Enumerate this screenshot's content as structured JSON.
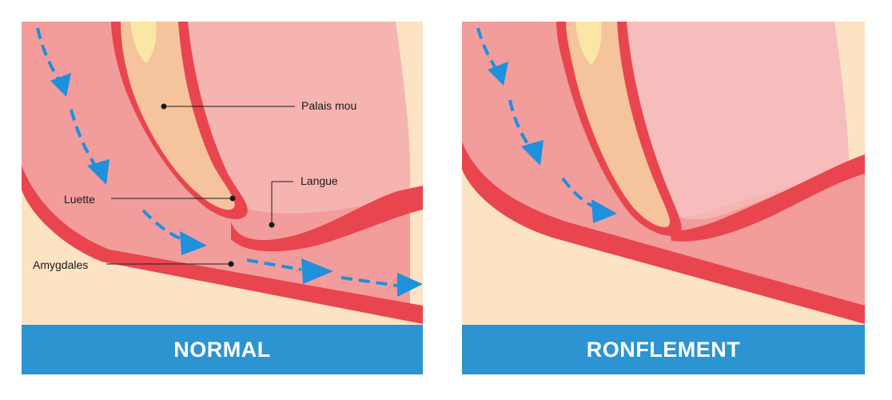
{
  "panels": [
    {
      "title": "NORMAL",
      "labels": {
        "palais_mou": "Palais mou",
        "langue": "Langue",
        "luette": "Luette",
        "amygdales": "Amygdales"
      }
    },
    {
      "title": "RONFLEMENT"
    }
  ],
  "colors": {
    "background": "#fce3c4",
    "pharynx_wall": "#e8454f",
    "soft_tissue": "#f29a9a",
    "tongue_pink": "#f5b2b2",
    "palate_bone": "#f6c49c",
    "bone_core": "#fbe7a5",
    "airflow_arrow": "#1e90dc",
    "banner": "#2c94d1",
    "label_text": "#1a1a1a"
  }
}
